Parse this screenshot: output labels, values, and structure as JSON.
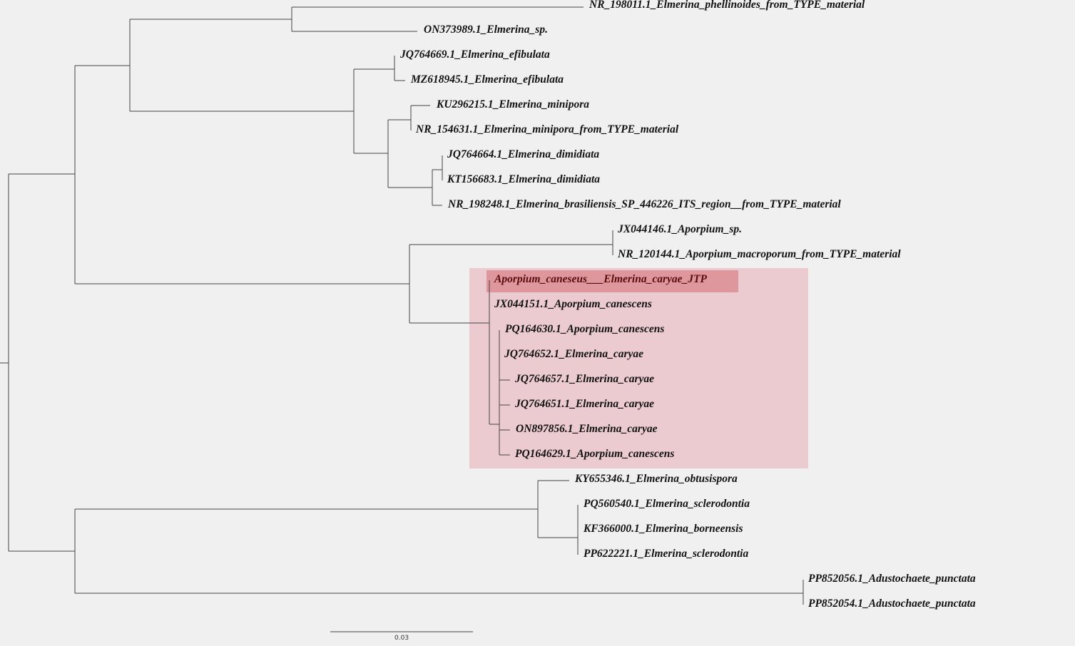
{
  "tips": [
    "NR_198011.1_Elmerina_phellinoides_from_TYPE_material",
    "ON373989.1_Elmerina_sp.",
    "JQ764669.1_Elmerina_efibulata",
    "MZ618945.1_Elmerina_efibulata",
    "KU296215.1_Elmerina_minipora",
    "NR_154631.1_Elmerina_minipora_from_TYPE_material",
    "JQ764664.1_Elmerina_dimidiata",
    "KT156683.1_Elmerina_dimidiata",
    "NR_198248.1_Elmerina_brasiliensis_SP_446226_ITS_region__from_TYPE_material",
    "JX044146.1_Aporpium_sp.",
    "NR_120144.1_Aporpium_macroporum_from_TYPE_material",
    "Aporpium_caneseus___Elmerina_caryae_JTP",
    "JX044151.1_Aporpium_canescens",
    "PQ164630.1_Aporpium_canescens",
    "JQ764652.1_Elmerina_caryae",
    "JQ764657.1_Elmerina_caryae",
    "JQ764651.1_Elmerina_caryae",
    "ON897856.1_Elmerina_caryae",
    "PQ164629.1_Aporpium_canescens",
    "KY655346.1_Elmerina_obtusispora",
    "PQ560540.1_Elmerina_sclerodontia",
    "KF366000.1_Elmerina_borneensis",
    "PP622221.1_Elmerina_sclerodontia",
    "PP852056.1_Adustochaete_punctata",
    "PP852054.1_Adustochaete_punctata"
  ],
  "selected_tip": "Aporpium_caneseus___Elmerina_caryae_JTP",
  "scale_bar": {
    "label": "0.03"
  },
  "colors": {
    "clade_highlight": "#ebcbcf",
    "selected_highlight": "#dd979d",
    "branch": "#444444"
  }
}
